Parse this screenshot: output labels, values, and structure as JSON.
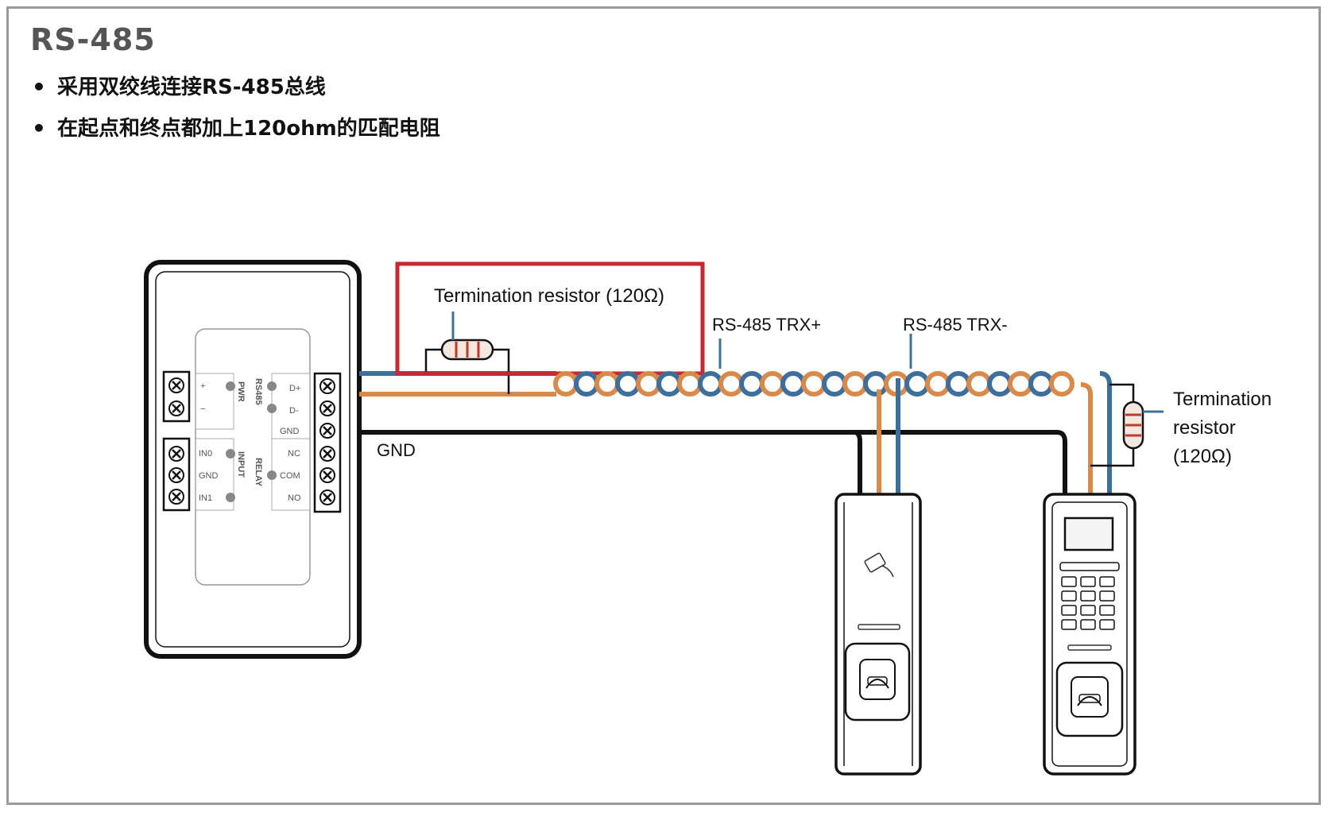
{
  "header": {
    "title": "RS-485",
    "bullets": [
      "采用双绞线连接RS-485总线",
      "在起点和终点都加上120ohm的匹配电阻"
    ]
  },
  "diagram": {
    "termination_top": "Termination resistor (120Ω)",
    "trx_plus": "RS-485 TRX+",
    "trx_minus": "RS-485 TRX-",
    "gnd": "GND",
    "termination_right": [
      "Termination",
      "resistor",
      "(120Ω)"
    ],
    "controller": {
      "pwr": "PWR",
      "rs485": "RS485",
      "input": "INPUT",
      "relay": "RELAY",
      "plus": "+",
      "minus": "−",
      "d_plus": "D+",
      "d_minus": "D-",
      "gnd": "GND",
      "in0": "IN0",
      "in_gnd": "GND",
      "in1": "IN1",
      "nc": "NC",
      "com": "COM",
      "no": "NO"
    }
  },
  "colors": {
    "orange": "#d98a4a",
    "blue": "#3d6f9c",
    "highlight": "#c8282e",
    "black": "#111111",
    "frame": "#9a9a9a"
  }
}
